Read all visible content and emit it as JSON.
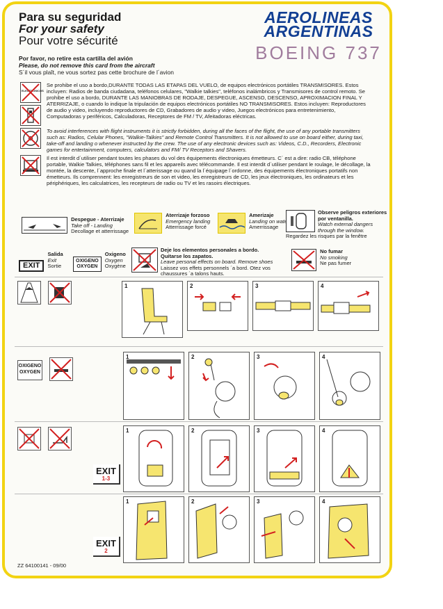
{
  "header": {
    "title_es": "Para su seguridad",
    "title_en": "For your safety",
    "title_fr": "Pour votre sécurité",
    "remove_es": "Por favor, no retire esta cartilla del avión",
    "remove_en": "Please, do not remove this card from the aircraft",
    "remove_fr": "S´il vous plaît, ne vous sortez pas cette brochure de l´avion",
    "airline_line1": "AEROLINEAS",
    "airline_line2": "ARGENTINAS",
    "aircraft": "BOEING 737"
  },
  "electronics": {
    "icon1_label": "ELECTRONICOS",
    "es": "Se prohibe el uso a bordo,DURANTE TODAS LAS ETAPAS DEL VUELO, de equipos electrónicos portátiles TRANSMISORES. Estos incluyen: Radios de banda ciudadana, teléfonos celulares, \"Walkie talkies\", teléfonos inalámbricos y Transmisores de control remoto. Se prohibe el uso a bordo, DURANTE LAS MANIOBRAS DE RODAJE, DESPEGUE, ASCENSO, DESCENSO, APROXIMACION FINAL Y ATERRIZAJE, o cuando lo indique la tripulación de equipos electrónicos portátiles NO TRANSMISORES. Estos incluyen: Reproductores de audio y video, incluyendo reproductores de CD, Grabadores de audio y video, Juegos electrónicos para entretenimiento, Computadoras y periféricos, Calculadoras, Receptores de FM / TV, Afeitadoras eléctricas.",
    "en": "To avoid interferences with flight instruments it is strictly forbidden, during all the faces of the flight, the use of any portable transmitters such as: Radios, Celular Phones, \"Walkie-Talkies\" and Remote Control Transmitters. It is not allowed to use on board either, during taxi, take-off and landing o whenever instructed by the crew. The use of any electronic devices such as: Videos, C.D., Recorders, Electronic games for entertainment, computers, calculators and FM/ TV Receptors and Shavers.",
    "fr": "Il est interdit d´utiliser pendant toutes les phases du vol des équipements électroniques émetteurs. C´ est a dire: radio CB, téléphone portable, Walkie Talkies, téléphones sans fil et les appareils avec télécommande. Il est interdit d´utiliser pendant le roulage, le décollage, la montée, la descente, l´approche finale et l´atterissage ou quand la l´équipage l´ordonne, des équipements électroniques portatifs non émetteurs. Ils comprennent: les enregistreurs de son et video, les enregistreurs de CD, les jeux électroniques, les ordinateurs et les périphériques, les calculatrices, les recepteurs de radio ou TV et les rasoirs électriques."
  },
  "legend": {
    "takeoff_es": "Despegue - Aterrizaje",
    "takeoff_en": "Take off - Landing",
    "takeoff_fr": "Decollage et atterrissage",
    "forced_es": "Aterrizaje forzoso",
    "forced_en": "Emergency landing",
    "forced_fr": "Atterrissage forcé",
    "water_es": "Amerizaje",
    "water_en": "Landing on water",
    "water_fr": "Amerrissage",
    "window_es": "Observe peligros exteriores por ventanilla.",
    "window_en": "Watch external dangers through the window.",
    "window_fr": "Regardez les risques par la fenêtre",
    "exit_tag": "EXIT",
    "exit_es": "Salida",
    "exit_en": "Exit",
    "exit_fr": "Sortie",
    "oxy_tag_es": "OXIGENO",
    "oxy_tag_en": "OXYGEN",
    "oxy_es": "Oxigeno",
    "oxy_en": "Oxygen",
    "oxy_fr": "Oxygène",
    "items_es": "Deje los elementos personales a bordo. Quitarse los zapatos.",
    "items_en": "Leave personal effects on board. Remove shoes",
    "items_fr": "Laissez vos effets personnels ´a bord. Otez vos chaussures ´a talons hauts.",
    "nosmoke_es": "No fumar",
    "nosmoke_en": "No smoking",
    "nosmoke_fr": "Ne pas fumer"
  },
  "sections": {
    "seatbelt_steps": [
      "1",
      "2",
      "3",
      "4"
    ],
    "oxygen_label_es": "OXIGENO",
    "oxygen_label_en": "OXYGEN",
    "oxygen_steps": [
      "1",
      "2",
      "3",
      "4"
    ],
    "door_exit": "EXIT",
    "door_exit_sub": "1-3",
    "door_steps": [
      "1",
      "2",
      "3",
      "4"
    ],
    "window_exit": "EXIT",
    "window_exit_sub": "2",
    "window_steps": [
      "1",
      "2",
      "3",
      "4"
    ]
  },
  "footer": {
    "code": "ZZ 64100141 - 09/00"
  },
  "colors": {
    "border_yellow": "#f2d312",
    "brand_blue": "#123f93",
    "aircraft_mauve": "#a07c9d",
    "prohibit_red": "#d32020"
  }
}
